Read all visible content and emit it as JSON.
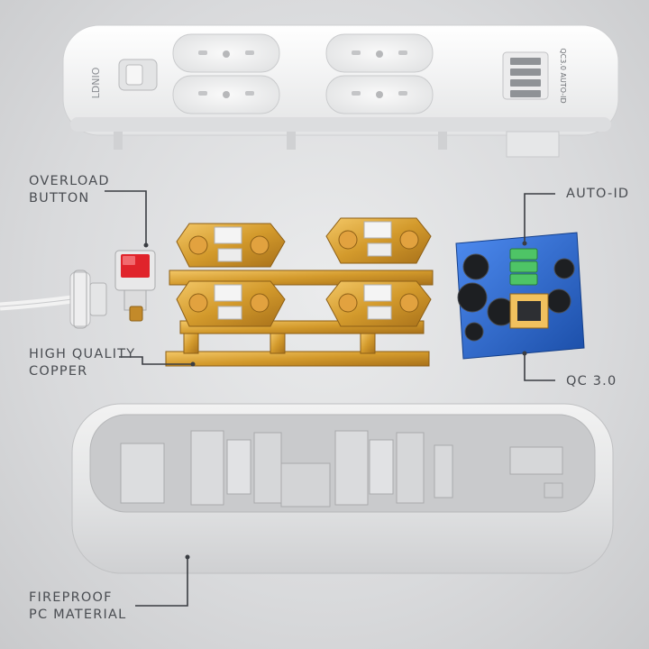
{
  "product": {
    "brand_mark": "LDNIO",
    "usb_badge": "QC3.0 AUTO-ID"
  },
  "callouts": {
    "overload_button": "OVERLOAD\nBUTTON",
    "auto_id": "AUTO-ID",
    "copper": "HIGH QUALITY\nCOPPER",
    "qc": "QC 3.0",
    "fireproof": "FIREPROOF\nPC MATERIAL"
  },
  "colors": {
    "shell_white": "#f4f4f3",
    "copper_gold": "#d9a233",
    "pcb_blue": "#2a67c9",
    "switch_red": "#e0242b",
    "callout_line": "#3a3d42"
  }
}
